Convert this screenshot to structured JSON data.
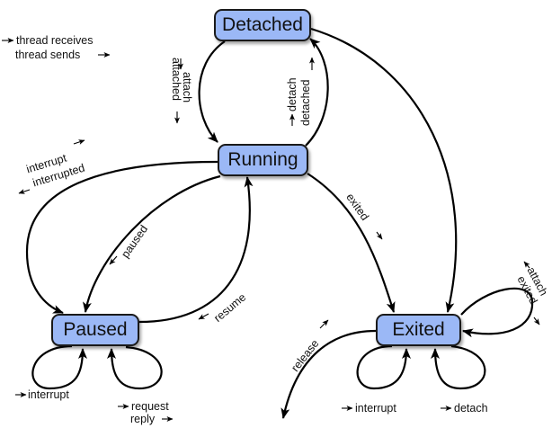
{
  "legend": {
    "receives": "thread receives",
    "sends": "thread sends"
  },
  "states": {
    "detached": "Detached",
    "running": "Running",
    "paused": "Paused",
    "exited": "Exited"
  },
  "transitions": {
    "attach": "attach",
    "attached": "attached",
    "detach": "detach",
    "detached": "detached",
    "interrupt": "interrupt",
    "interrupted": "interrupted",
    "paused": "paused",
    "exited": "exited",
    "resume": "resume",
    "release": "release",
    "request": "request",
    "reply": "reply"
  },
  "colors": {
    "state_fill": "#9bb8f6",
    "edge": "#000000"
  }
}
